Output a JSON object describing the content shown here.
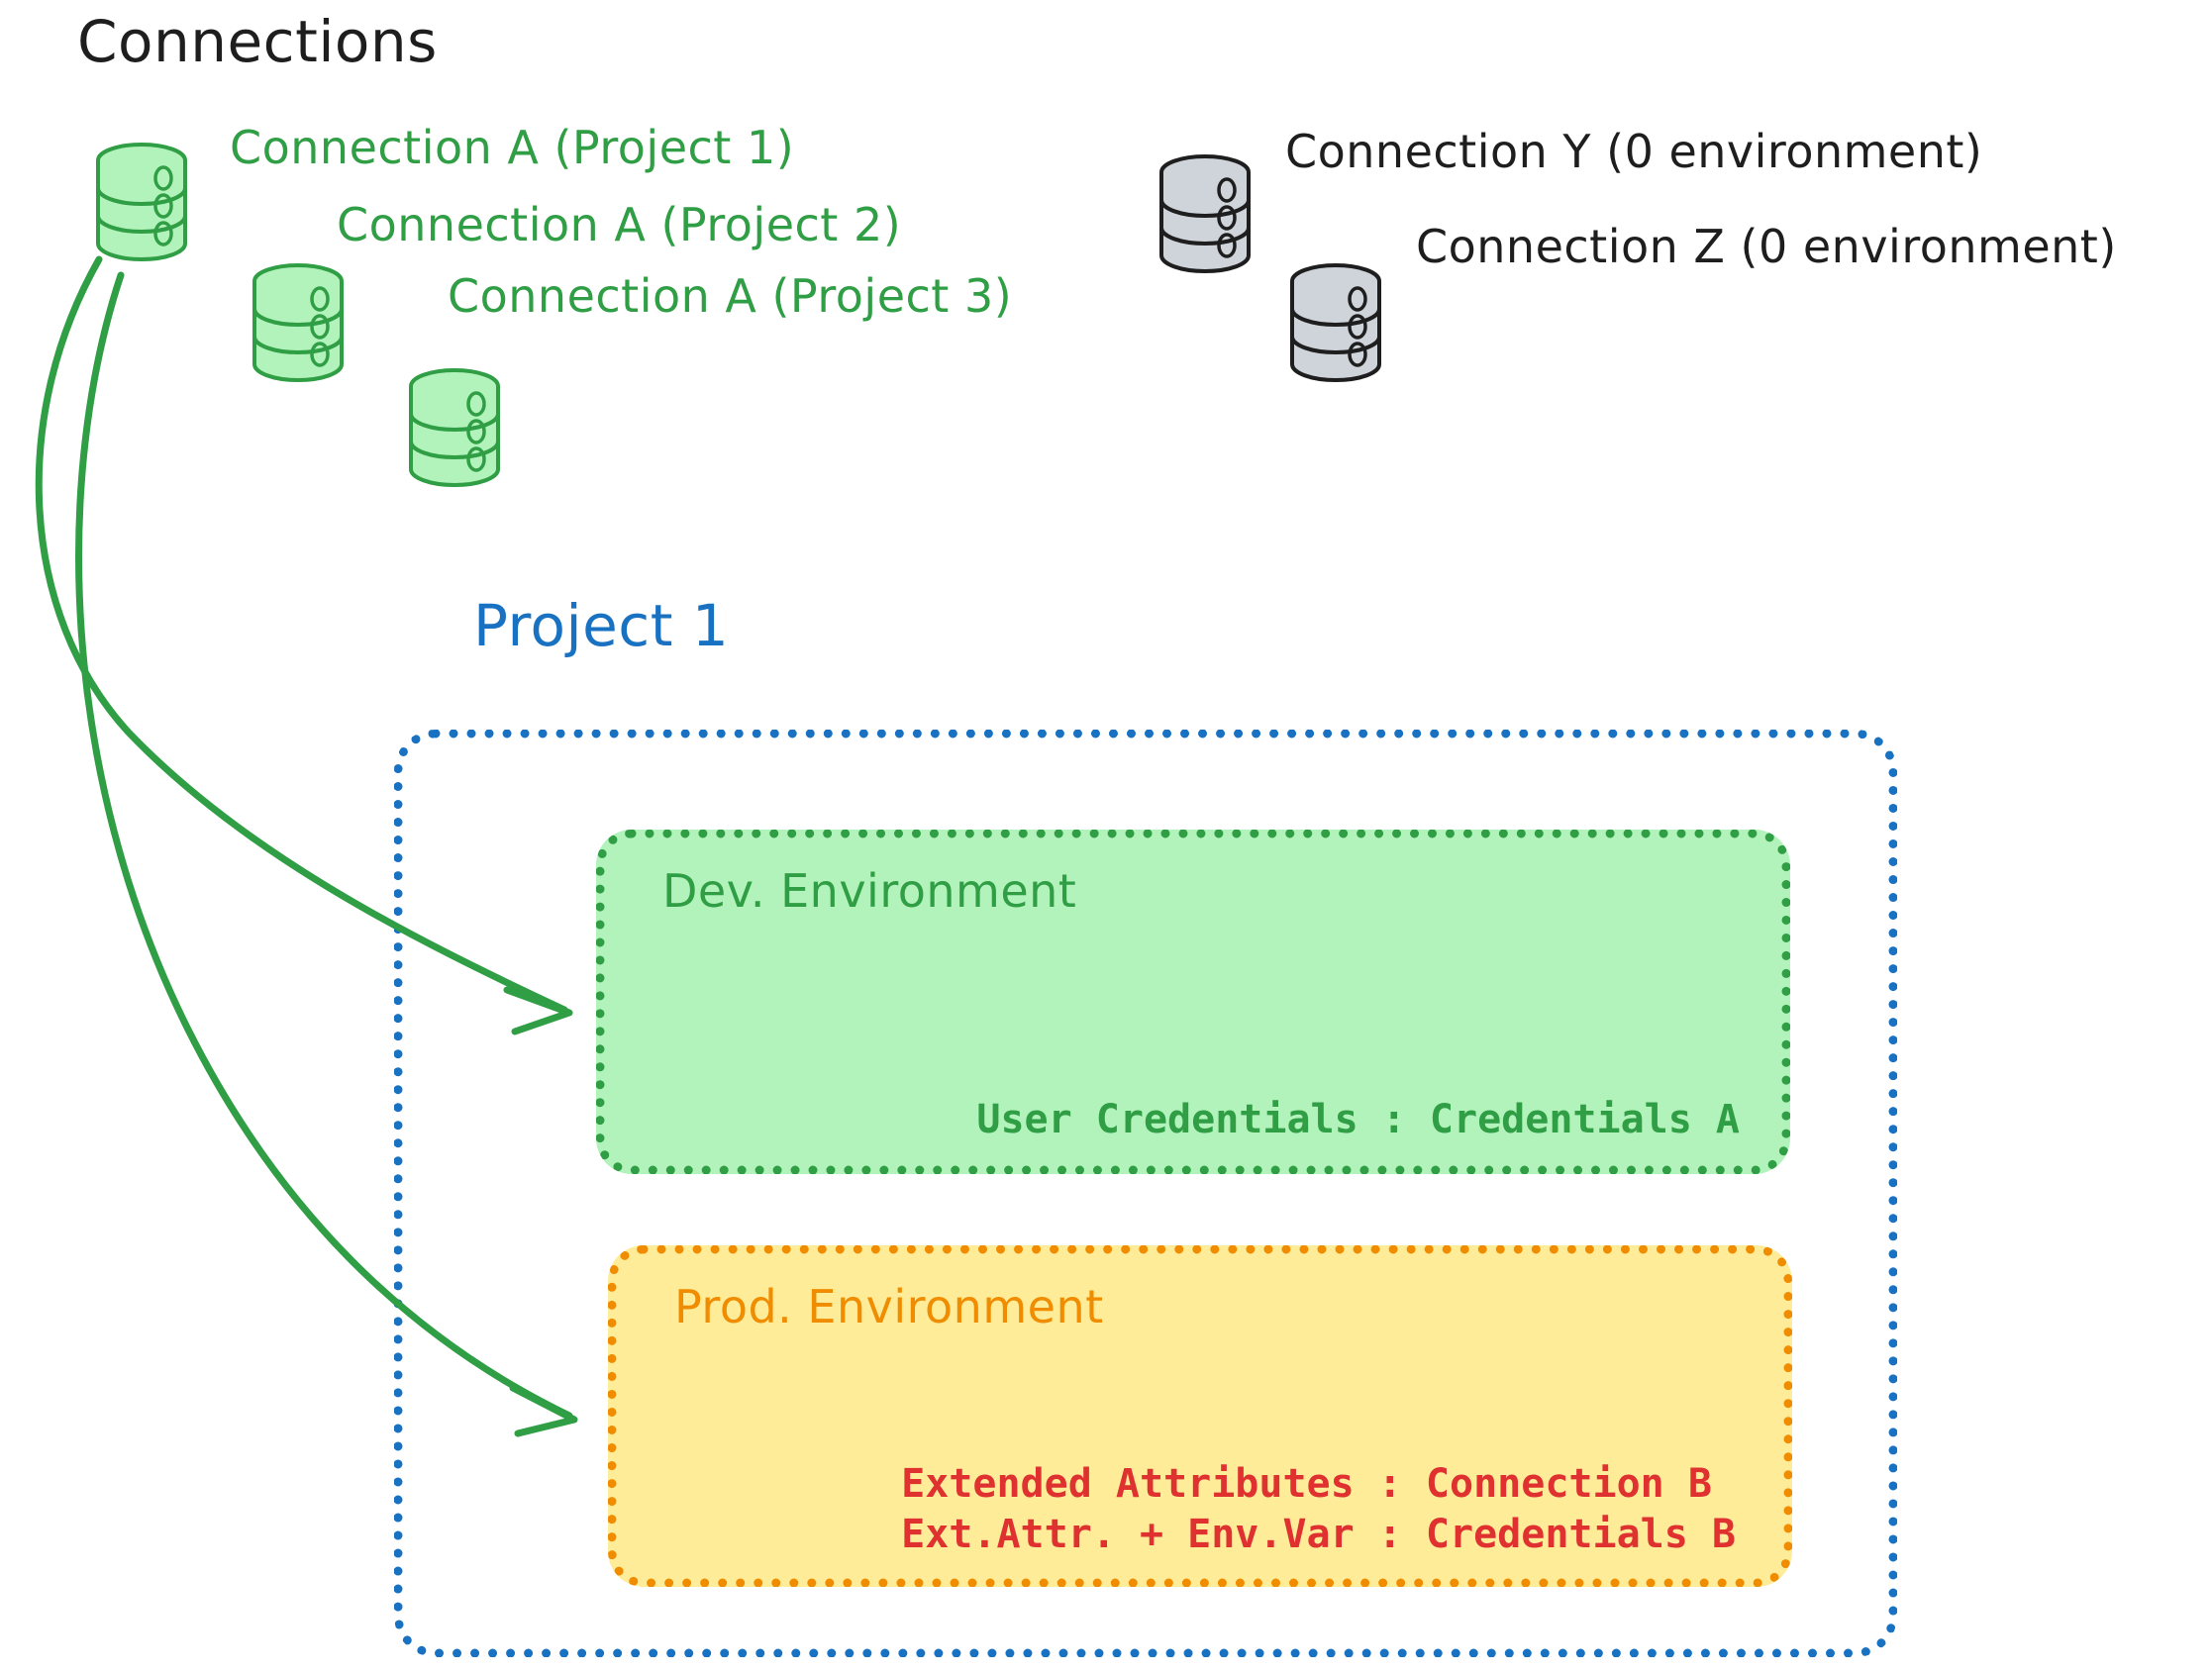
{
  "headings": {
    "connections": "Connections",
    "project": "Project 1"
  },
  "colors": {
    "green_stroke": "#2f9e44",
    "green_fill": "#b2f2bb",
    "gray_stroke": "#1e1e1e",
    "gray_fill": "#ced4da",
    "blue": "#1971c2",
    "orange": "#f08c00",
    "yellow_fill": "#ffec99",
    "red": "#e03131",
    "black": "#1e1e1e"
  },
  "connections": [
    {
      "id": "a1",
      "label": "Connection A (Project 1)",
      "color": "green",
      "icon": "database-icon"
    },
    {
      "id": "a2",
      "label": "Connection A (Project 2)",
      "color": "green",
      "icon": "database-icon"
    },
    {
      "id": "a3",
      "label": "Connection A (Project 3)",
      "color": "green",
      "icon": "database-icon"
    },
    {
      "id": "y",
      "label": "Connection Y (0 environment)",
      "color": "black",
      "icon": "database-icon"
    },
    {
      "id": "z",
      "label": "Connection Z (0 environment)",
      "color": "black",
      "icon": "database-icon"
    }
  ],
  "project": {
    "title": "Project 1",
    "environments": [
      {
        "id": "dev",
        "title": "Dev. Environment",
        "lines": [
          "User Credentials : Credentials A"
        ]
      },
      {
        "id": "prod",
        "title": "Prod. Environment",
        "lines": [
          "Extended Attributes : Connection B",
          "Ext.Attr. + Env.Var : Credentials B"
        ]
      }
    ]
  },
  "arrows": [
    {
      "id": "arrow-to-dev",
      "from": "connection-a1",
      "to": "dev-environment"
    },
    {
      "id": "arrow-to-prod",
      "from": "connection-a1",
      "to": "prod-environment"
    }
  ]
}
